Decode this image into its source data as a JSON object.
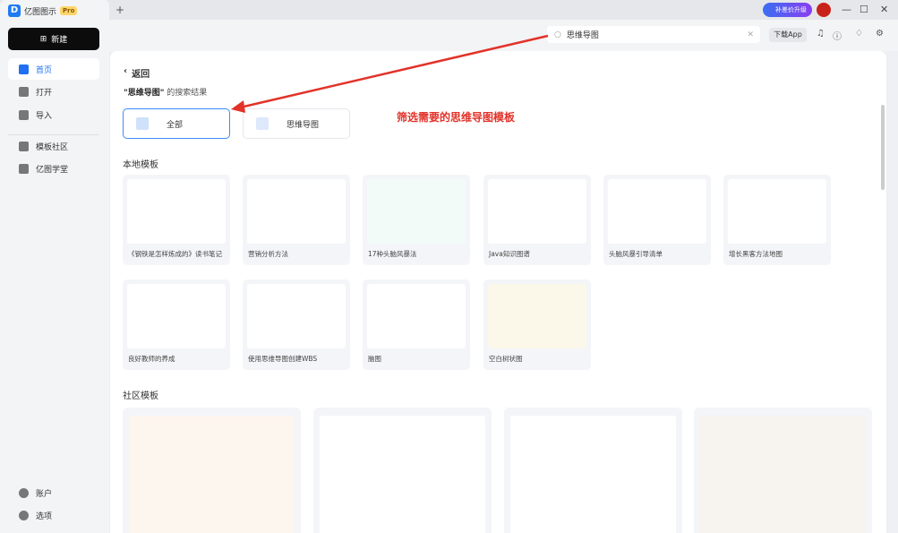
{
  "app": {
    "name": "亿图图示",
    "badge": "Pro",
    "new_tab": "+",
    "upgrade": "补差价升级"
  },
  "sidebar": {
    "new_label": "新建",
    "items": [
      {
        "label": "首页"
      },
      {
        "label": "打开"
      },
      {
        "label": "导入"
      },
      {
        "label": "模板社区"
      },
      {
        "label": "亿图学堂"
      }
    ],
    "bottom": [
      {
        "label": "账户"
      },
      {
        "label": "选项"
      }
    ]
  },
  "topbar": {
    "search_value": "思维导图",
    "download": "下载App"
  },
  "main": {
    "back": "返回",
    "query": "\"思维导图\"",
    "result_suffix": " 的搜索结果",
    "filters": [
      {
        "label": "全部"
      },
      {
        "label": "思维导图"
      }
    ],
    "annotation": "筛选需要的思维导图模板",
    "local_title": "本地模板",
    "local": [
      {
        "label": "《钢铁是怎样炼成的》读书笔记"
      },
      {
        "label": "营销分析方法"
      },
      {
        "label": "17种头脑风暴法"
      },
      {
        "label": "Java知识图谱"
      },
      {
        "label": "头脑风暴引导清单"
      },
      {
        "label": "增长黑客方法地图"
      },
      {
        "label": "良好教师的养成"
      },
      {
        "label": "使用思维导图创建WBS"
      },
      {
        "label": "脑图"
      },
      {
        "label": "空白树状图"
      }
    ],
    "community_title": "社区模板"
  },
  "colors": {
    "accent": "#1f6ff0",
    "annotation": "#e23229"
  }
}
